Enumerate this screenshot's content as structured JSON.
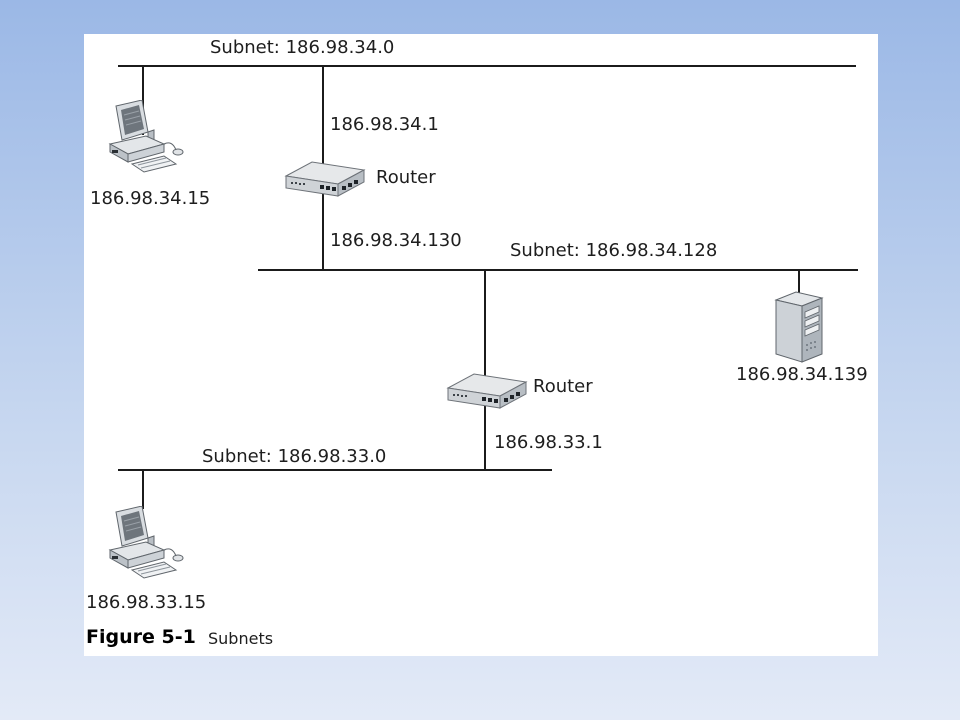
{
  "figure": {
    "number": "Figure 5-1",
    "title": "Subnets"
  },
  "subnets": {
    "top": "Subnet: 186.98.34.0",
    "middle": "Subnet: 186.98.34.128",
    "bottom": "Subnet: 186.98.33.0"
  },
  "routers": {
    "upper": {
      "label": "Router",
      "ip_top": "186.98.34.1",
      "ip_bottom": "186.98.34.130"
    },
    "lower": {
      "label": "Router",
      "ip_bottom": "186.98.33.1"
    }
  },
  "hosts": {
    "workstation_top": "186.98.34.15",
    "server": "186.98.34.139",
    "workstation_bottom": "186.98.33.15"
  },
  "colors": {
    "background_top": "#9bb8e6",
    "background_bottom": "#e3eaf7",
    "panel": "#ffffff",
    "line": "#1b1b1b"
  },
  "icons": {
    "workstation": "desktop-computer-icon",
    "router": "network-router-icon",
    "server": "tower-server-icon"
  }
}
